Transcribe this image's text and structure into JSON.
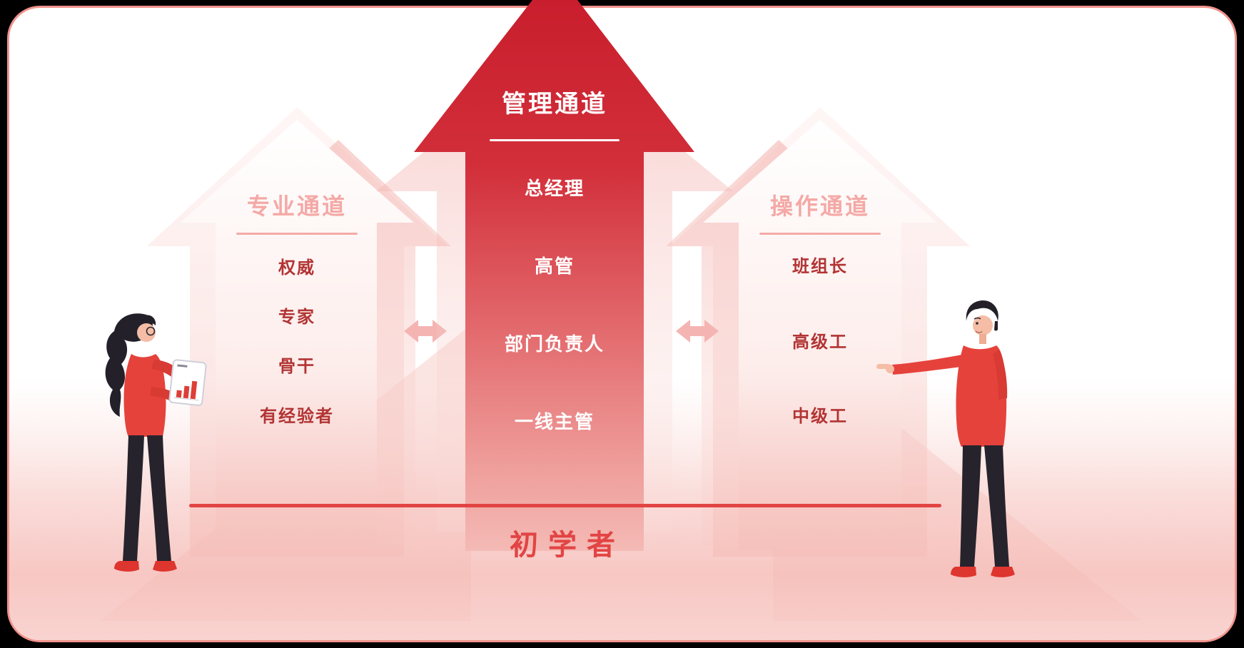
{
  "page": {
    "background": "#000000",
    "card_background": "#ffffff",
    "border_color": "#f0938c"
  },
  "channels": {
    "management": {
      "title": "管理通道",
      "levels": [
        "总经理",
        "高管",
        "部门负责人",
        "一线主管"
      ]
    },
    "professional": {
      "title": "专业通道",
      "levels": [
        "权威",
        "专家",
        "骨干",
        "有经验者"
      ]
    },
    "operation": {
      "title": "操作通道",
      "levels": [
        "班组长",
        "高级工",
        "中级工"
      ]
    }
  },
  "base": {
    "label": "初学者"
  },
  "colors": {
    "arrow_red_top": "#c91e2d",
    "arrow_red_bottom": "#f5bcb7",
    "side_title_pink": "#f4a9a6",
    "side_item_red": "#b23434",
    "center_text": "#ffffff",
    "base_red": "#e24444",
    "pale_pink": "#f6c0bb"
  }
}
